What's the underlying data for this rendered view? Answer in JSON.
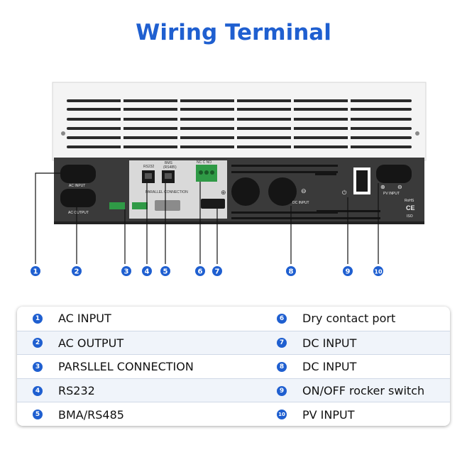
{
  "title": "Wiring Terminal",
  "device_labels": {
    "ac_input": "AC INPUT",
    "ac_output": "AC OUTPUT",
    "rs232": "RS232",
    "bms_line1": "BMS",
    "bms_line2": "(RS485)",
    "parallel": "PARALLEL CONNECTION",
    "dry_contact": "NC  C  NO",
    "dc_input": "DC INPUT",
    "pv_input": "PV INPUT",
    "plus": "⊕",
    "minus": "⊖",
    "power": "⏻",
    "rohs": "RoHS",
    "ce": "CE",
    "iso": "ISO"
  },
  "callouts": [
    "1",
    "2",
    "3",
    "4",
    "5",
    "6",
    "7",
    "8",
    "9",
    "10"
  ],
  "legend": [
    {
      "left_num": "1",
      "left_text": "AC INPUT",
      "right_num": "6",
      "right_text": "Dry contact port"
    },
    {
      "left_num": "2",
      "left_text": "AC OUTPUT",
      "right_num": "7",
      "right_text": "DC INPUT"
    },
    {
      "left_num": "3",
      "left_text": "PARSLLEL CONNECTION",
      "right_num": "8",
      "right_text": "DC INPUT"
    },
    {
      "left_num": "4",
      "left_text": "RS232",
      "right_num": "9",
      "right_text": "ON/OFF rocker switch"
    },
    {
      "left_num": "5",
      "left_text": "BMA/RS485",
      "right_num": "10",
      "right_text": "PV INPUT"
    }
  ],
  "colors": {
    "accent": "#1f5fd0",
    "panel": "#3a3a3a",
    "case": "#f4f4f4",
    "connector_green": "#2f9a46"
  }
}
